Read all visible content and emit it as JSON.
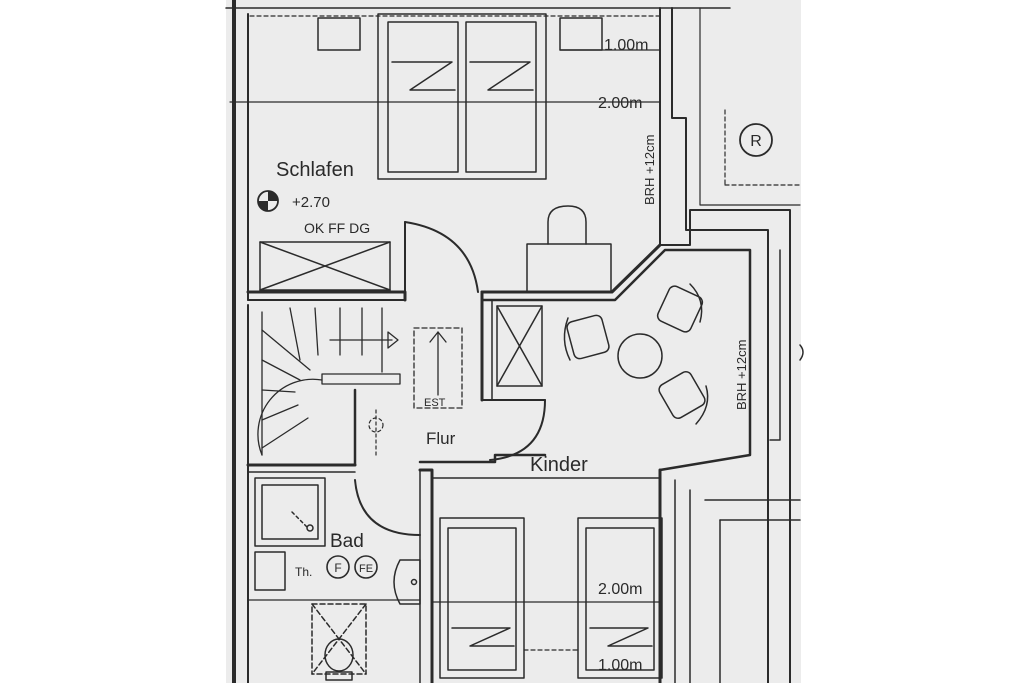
{
  "rooms": {
    "schlafen": "Schlafen",
    "flur": "Flur",
    "kinder": "Kinder",
    "bad": "Bad"
  },
  "level": {
    "value": "+2.70",
    "ref": "OK FF DG"
  },
  "dimensions": {
    "top_1m": "1.00m",
    "top_2m": "2.00m",
    "bottom_2m": "2.00m",
    "bottom_1m": "1.00m"
  },
  "notes": {
    "brh_top": "BRH +12cm",
    "brh_right": "BRH +12cm",
    "est": "EST",
    "th": "Th.",
    "f": "F",
    "fe": "FE",
    "r": "R"
  },
  "colors": {
    "paper": "#ececec",
    "ink": "#2b2b2b",
    "background": "#ffffff"
  }
}
